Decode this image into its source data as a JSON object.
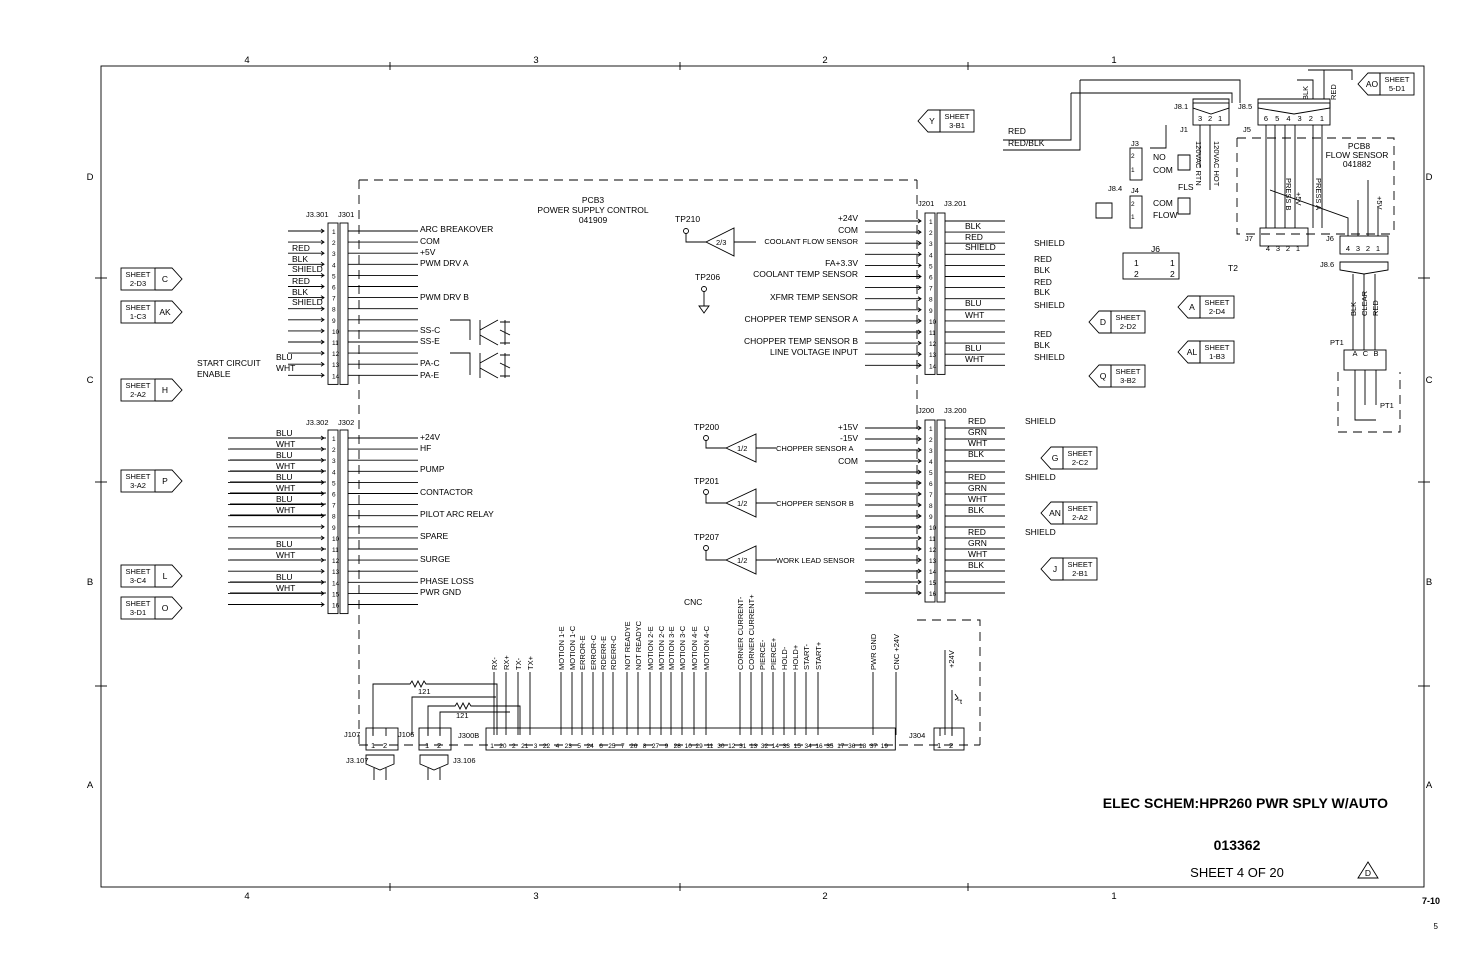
{
  "border": {
    "top_zones": [
      "4",
      "3",
      "2",
      "1"
    ],
    "bottom_zones": [
      "4",
      "3",
      "2",
      "1"
    ],
    "left_rows": [
      "D",
      "C",
      "B",
      "A"
    ],
    "right_rows": [
      "D",
      "C",
      "B",
      "A"
    ]
  },
  "title_block": {
    "title": "ELEC SCHEM:HPR260 PWR SPLY W/AUTO",
    "drawing_number": "013362",
    "sheet": "SHEET 4 OF 20",
    "revision": "D",
    "page_ref": "7-10",
    "page_num": "5"
  },
  "pcb3": {
    "name": "PCB3",
    "desc": "POWER SUPPLY CONTROL",
    "part": "041909"
  },
  "pcb8": {
    "name": "PCB8",
    "desc": "FLOW SENSOR",
    "part": "041882"
  },
  "j301": {
    "label": "J301",
    "mate": "J3.301",
    "pins": [
      "1",
      "2",
      "3",
      "4",
      "5",
      "6",
      "7",
      "8",
      "9",
      "10",
      "11",
      "12",
      "13",
      "14"
    ],
    "signals": [
      "ARC BREAKOVER",
      "COM",
      "+5V",
      "PWM DRV A",
      "PWM DRV B",
      "SS-C",
      "SS-E",
      "PA-C",
      "PA-E"
    ],
    "wires": [
      "RED",
      "BLK",
      "SHIELD",
      "RED",
      "BLK",
      "SHIELD",
      "BLU",
      "WHT"
    ],
    "start_circuit": "START CIRCUIT",
    "enable": "ENABLE"
  },
  "j302": {
    "label": "J302",
    "mate": "J3.302",
    "pins": [
      "1",
      "2",
      "3",
      "4",
      "5",
      "6",
      "7",
      "8",
      "9",
      "10",
      "11",
      "12",
      "13",
      "14",
      "15",
      "16"
    ],
    "signals": [
      "+24V",
      "HF",
      "PUMP",
      "CONTACTOR",
      "PILOT ARC RELAY",
      "SPARE",
      "SURGE",
      "PHASE LOSS",
      "PWR GND"
    ],
    "wires": [
      "BLU",
      "WHT",
      "BLU",
      "WHT",
      "BLU",
      "WHT",
      "BLU",
      "WHT",
      "BLU",
      "WHT",
      "BLU",
      "WHT"
    ]
  },
  "sheet_refs_left": [
    {
      "sheet": "SHEET",
      "ref": "2-D3",
      "tag": "C"
    },
    {
      "sheet": "SHEET",
      "ref": "1-C3",
      "tag": "AK"
    },
    {
      "sheet": "SHEET",
      "ref": "2-A2",
      "tag": "H"
    },
    {
      "sheet": "SHEET",
      "ref": "3-A2",
      "tag": "P"
    },
    {
      "sheet": "SHEET",
      "ref": "3-C4",
      "tag": "L"
    },
    {
      "sheet": "SHEET",
      "ref": "3-D1",
      "tag": "O"
    }
  ],
  "j201": {
    "label": "J201",
    "mate": "J3.201",
    "pins": [
      "1",
      "2",
      "3",
      "4",
      "5",
      "6",
      "7",
      "8",
      "9",
      "10",
      "11",
      "12",
      "13",
      "14"
    ],
    "signals": [
      "+24V",
      "COM",
      "COOLANT FLOW SENSOR",
      "FA+3.3V",
      "COOLANT TEMP SENSOR",
      "XFMR TEMP SENSOR",
      "CHOPPER TEMP SENSOR A",
      "CHOPPER TEMP SENSOR B",
      "LINE VOLTAGE INPUT"
    ],
    "wires": [
      "BLK",
      "RED",
      "SHIELD",
      "SHIELD",
      "RED",
      "BLK",
      "RED",
      "BLK",
      "BLU",
      "SHIELD",
      "WHT",
      "RED",
      "BLK",
      "SHIELD",
      "BLU",
      "WHT"
    ]
  },
  "j200": {
    "label": "J200",
    "mate": "J3.200",
    "pins": [
      "1",
      "2",
      "3",
      "4",
      "5",
      "6",
      "7",
      "8",
      "9",
      "10",
      "11",
      "12",
      "13",
      "14",
      "15",
      "16"
    ],
    "signals": [
      "+15V",
      "-15V",
      "CHOPPER SENSOR A",
      "COM",
      "CHOPPER SENSOR B",
      "WORK LEAD SENSOR"
    ],
    "wires": [
      "RED",
      "GRN",
      "WHT",
      "BLK",
      "RED",
      "GRN",
      "WHT",
      "BLK",
      "RED",
      "GRN",
      "WHT",
      "BLK"
    ],
    "shield": "SHIELD"
  },
  "testpoints": [
    "TP210",
    "TP206",
    "TP200",
    "TP201",
    "TP207"
  ],
  "amps": [
    "2/3",
    "1/2",
    "1/2",
    "1/2"
  ],
  "sheet_refs_right": [
    {
      "sheet": "SHEET",
      "ref": "3-B1",
      "tag": "Y"
    },
    {
      "sheet": "SHEET",
      "ref": "5-D1",
      "tag": "AO"
    },
    {
      "sheet": "SHEET",
      "ref": "2-D4",
      "tag": "A"
    },
    {
      "sheet": "SHEET",
      "ref": "2-D2",
      "tag": "D"
    },
    {
      "sheet": "SHEET",
      "ref": "1-B3",
      "tag": "AL"
    },
    {
      "sheet": "SHEET",
      "ref": "3-B2",
      "tag": "Q"
    },
    {
      "sheet": "SHEET",
      "ref": "2-C2",
      "tag": "G"
    },
    {
      "sheet": "SHEET",
      "ref": "2-A2",
      "tag": "AN"
    },
    {
      "sheet": "SHEET",
      "ref": "2-B1",
      "tag": "J"
    }
  ],
  "j300b": {
    "label": "J300B",
    "cnc": "CNC",
    "pins": [
      "1",
      "20",
      "2",
      "21",
      "3",
      "22",
      "4",
      "23",
      "5",
      "24",
      "6",
      "25",
      "7",
      "26",
      "8",
      "27",
      "9",
      "28",
      "10",
      "29",
      "11",
      "30",
      "12",
      "31",
      "13",
      "32",
      "14",
      "33",
      "15",
      "34",
      "16",
      "35",
      "17",
      "36",
      "18",
      "37",
      "19"
    ],
    "signals": [
      "RX-",
      "RX+",
      "TX-",
      "TX+",
      "MOTION 1-E",
      "MOTION 1-C",
      "ERROR-E",
      "ERROR-C",
      "RDERR-E",
      "RDERR-C",
      "NOT READYE",
      "NOT READYC",
      "MOTION 2-E",
      "MOTION 2-C",
      "MOTION 3-E",
      "MOTION 3-C",
      "MOTION 4-E",
      "MOTION 4-C",
      "CORNER CURRENT-",
      "CORNER CURRENT+",
      "PIERCE-",
      "PIERCE+",
      "HOLD-",
      "HOLD+",
      "START-",
      "START+",
      "PWR GND",
      "CNC +24V"
    ],
    "res": [
      "121",
      "121"
    ]
  },
  "bottom_conns": {
    "j107": "J107",
    "j106": "J106",
    "j3107": "J3.107",
    "j3106": "J3.106",
    "j304": "J304",
    "p24v": "+24V",
    "pins": [
      "1",
      "2"
    ],
    "tstat": "°t"
  },
  "flow": {
    "j81": "J8.1",
    "j85": "J8.5",
    "j1": "J1",
    "j5": "J5",
    "j3": "J3",
    "j4": "J4",
    "j84": "J8.4",
    "j6": "J6",
    "j7": "J7",
    "j86": "J8.6",
    "pt1": "PT1",
    "j81_pins": [
      "3",
      "2",
      "1"
    ],
    "j5_pins": [
      "6",
      "5",
      "4",
      "3",
      "2",
      "1"
    ],
    "j6_pins": [
      "4",
      "3",
      "2",
      "1"
    ],
    "j7_pins": [
      "4",
      "3",
      "2",
      "1"
    ],
    "j6b_pins": [
      "1",
      "2",
      "1",
      "2"
    ],
    "j3j4_pins": [
      "2",
      "1",
      "2",
      "1"
    ],
    "hot": "120VAC HOT",
    "rtn": "120VAC RTN",
    "no": "NO",
    "com": "COM",
    "com2": "COM",
    "flow": "FLOW",
    "fls": "FLS",
    "t2": "T2",
    "red": "RED",
    "redblk": "RED/BLK",
    "blk": "BLK",
    "red2": "RED",
    "press_b": "PRESS B",
    "p5v": "+5V",
    "press_a": "PRESS A",
    "p5v2": "+5V",
    "blk2": "BLK",
    "clear": "CLEAR",
    "red3": "RED",
    "pt1_pins": [
      "A",
      "C",
      "B"
    ],
    "pt1_dev": "PT1"
  }
}
